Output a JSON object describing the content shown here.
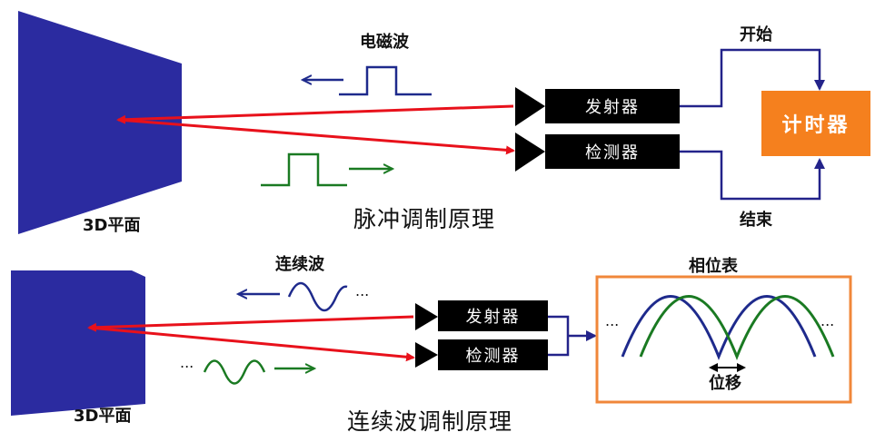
{
  "pulse_section": {
    "wave_label": "电磁波",
    "plane_label": "3D平面",
    "emitter_label": "发射器",
    "detector_label": "检测器",
    "timer_label": "计时器",
    "start_label": "开始",
    "end_label": "结束",
    "title": "脉冲调制原理"
  },
  "continuous_section": {
    "wave_label": "连续波",
    "plane_label": "3D平面",
    "emitter_label": "发射器",
    "detector_label": "检测器",
    "phase_meter_label": "相位表",
    "phase_shift_label": "位移",
    "ellipsis": "...",
    "title": "连续波调制原理"
  },
  "colors": {
    "plane": "#2b2ba0",
    "beam": "#e8111b",
    "outgoing_wave": "#1e2a8c",
    "return_wave": "#1a7a22",
    "timer": "#f5801e",
    "phase_box_border": "#f0873a",
    "connector": "#23238a"
  }
}
